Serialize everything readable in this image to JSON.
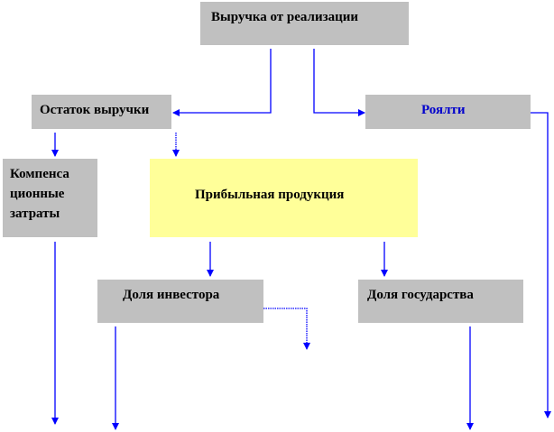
{
  "nodes": {
    "revenue": "Выручка от реализации",
    "remainder": "Остаток выручки",
    "royalty": "Роялти",
    "compensation": [
      "Компенса",
      "ционные",
      "затраты"
    ],
    "profit_product": "Прибыльная продукция",
    "investor_share": "Доля инвестора",
    "state_share": "Доля государства"
  },
  "colors": {
    "box": "#c0c0c0",
    "highlight": "#ffff99",
    "arrow": "#0000ff",
    "royalty_text": "#0000cc"
  }
}
